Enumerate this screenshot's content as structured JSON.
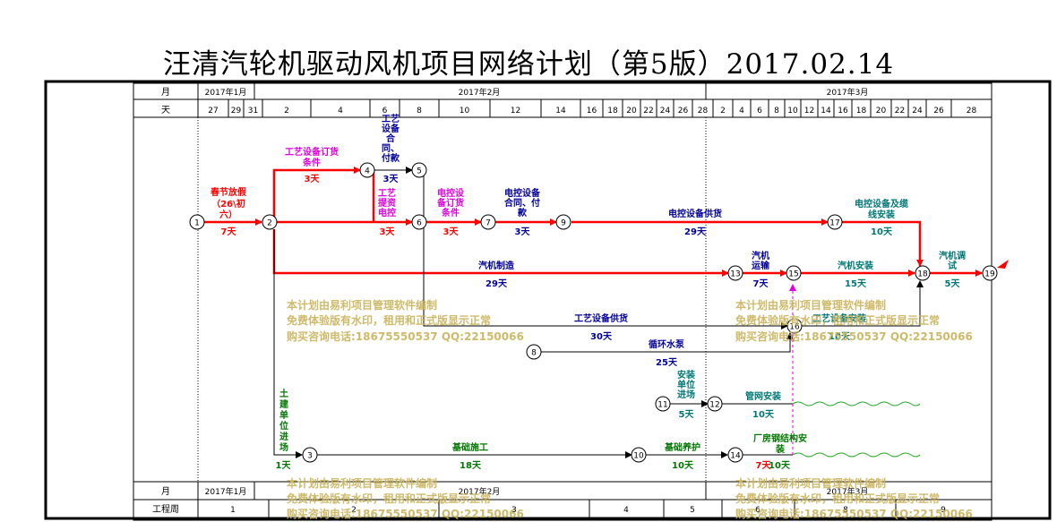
{
  "title": "汪清汽轮机驱动风机项目网络计划（第5版）2017.02.14",
  "header": {
    "month_label": "月",
    "day_label": "天",
    "months": [
      "2017年1月",
      "2017年2月",
      "2017年3月"
    ],
    "days": [
      "27",
      "29",
      "31",
      "2",
      "4",
      "6",
      "8",
      "10",
      "12",
      "14",
      "16",
      "18",
      "20",
      "22",
      "24",
      "26",
      "28",
      "2",
      "4",
      "6",
      "8",
      "10",
      "12",
      "14",
      "16",
      "18",
      "20",
      "22",
      "24",
      "26",
      "28"
    ]
  },
  "footer": {
    "month_label": "月",
    "week_label": "工程周",
    "months": [
      "2017年1月",
      "2017年2月",
      "2017年3月"
    ],
    "weeks": [
      "1",
      "2",
      "3",
      "4",
      "5",
      "6",
      "8",
      "9"
    ]
  },
  "nodes": [
    "1",
    "2",
    "3",
    "4",
    "5",
    "6",
    "7",
    "8",
    "9",
    "10",
    "11",
    "12",
    "13",
    "14",
    "15",
    "16",
    "17",
    "18",
    "19"
  ],
  "tasks": [
    {
      "label": "春节放假（26\\初六）",
      "duration": "7天"
    },
    {
      "label": "工艺设备订货条件",
      "duration": "3天"
    },
    {
      "label": "工艺设备合同、付款",
      "duration": "3天"
    },
    {
      "label": "工艺提资电控",
      "duration": "3天"
    },
    {
      "label": "电控设备订货条件",
      "duration": "3天"
    },
    {
      "label": "电控设备合同、付款",
      "duration": "3天"
    },
    {
      "label": "电控设备供货",
      "duration": "29天"
    },
    {
      "label": "电控设备及缆线安装",
      "duration": "10天"
    },
    {
      "label": "汽机制造",
      "duration": "29天"
    },
    {
      "label": "汽机运输",
      "duration": "7天"
    },
    {
      "label": "汽机安装",
      "duration": "15天"
    },
    {
      "label": "汽机调试",
      "duration": "5天"
    },
    {
      "label": "工艺设备供货",
      "duration": "30天"
    },
    {
      "label": "工艺设备安装",
      "duration": "10天"
    },
    {
      "label": "循环水泵",
      "duration": "25天"
    },
    {
      "label": "安装单位进场",
      "duration": "5天"
    },
    {
      "label": "管网安装",
      "duration": "10天"
    },
    {
      "label": "土建单位进场",
      "duration": "1天"
    },
    {
      "label": "基础施工",
      "duration": "18天"
    },
    {
      "label": "基础养护",
      "duration": "10天"
    },
    {
      "label": "厂房钢结构安装",
      "duration": "10天"
    },
    {
      "label": "",
      "duration": "7天"
    }
  ],
  "watermark": {
    "line1": "本计划由易利项目管理软件编制",
    "line2": "免费体验版有水印，租用和正式版显示正常",
    "line3": "购买咨询电话:18675550537 QQ:22150066"
  },
  "colors": {
    "critical": "#ff0000",
    "normal": "#000000",
    "magenta": "#dd00dd",
    "navy": "#000099",
    "green": "#007700",
    "teal": "#007777",
    "wave": "#22aa22",
    "watermark": "#c9b25a"
  }
}
